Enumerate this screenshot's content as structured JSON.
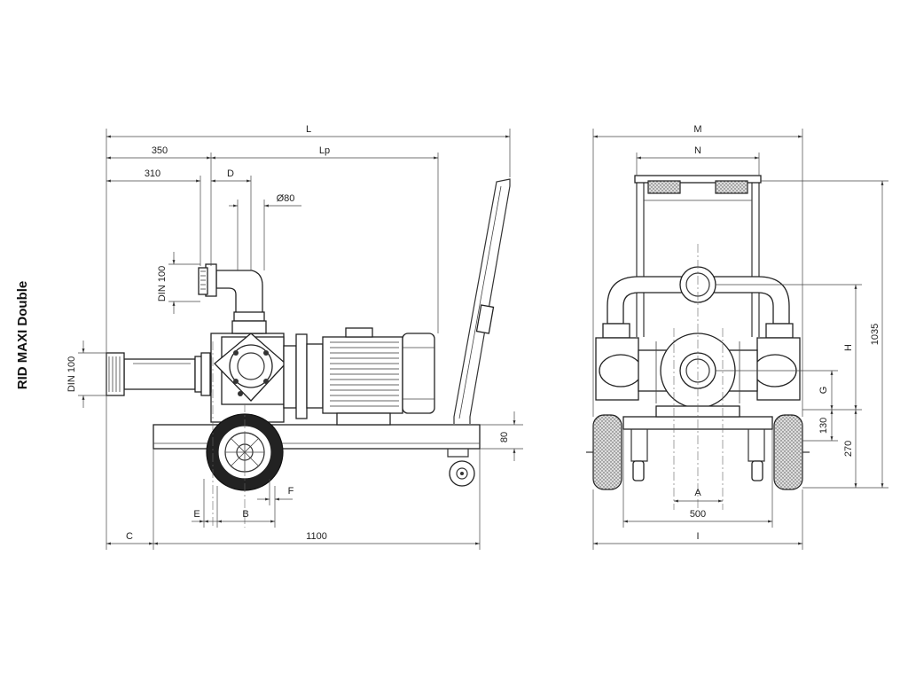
{
  "title": "RID MAXI Double",
  "side_view": {
    "dims": {
      "L": "L",
      "d350": "350",
      "Lp": "Lp",
      "d310": "310",
      "D": "D",
      "phi80": "Ø80",
      "din_top": "DIN 100",
      "din_left": "DIN 100",
      "d80": "80",
      "E": "E",
      "B": "B",
      "F": "F",
      "C": "C",
      "d1100": "1100"
    }
  },
  "front_view": {
    "dims": {
      "M": "M",
      "N": "N",
      "d1035": "1035",
      "H": "H",
      "G": "G",
      "d130": "130",
      "d270": "270",
      "A": "A",
      "d500": "500",
      "I": "I"
    }
  }
}
